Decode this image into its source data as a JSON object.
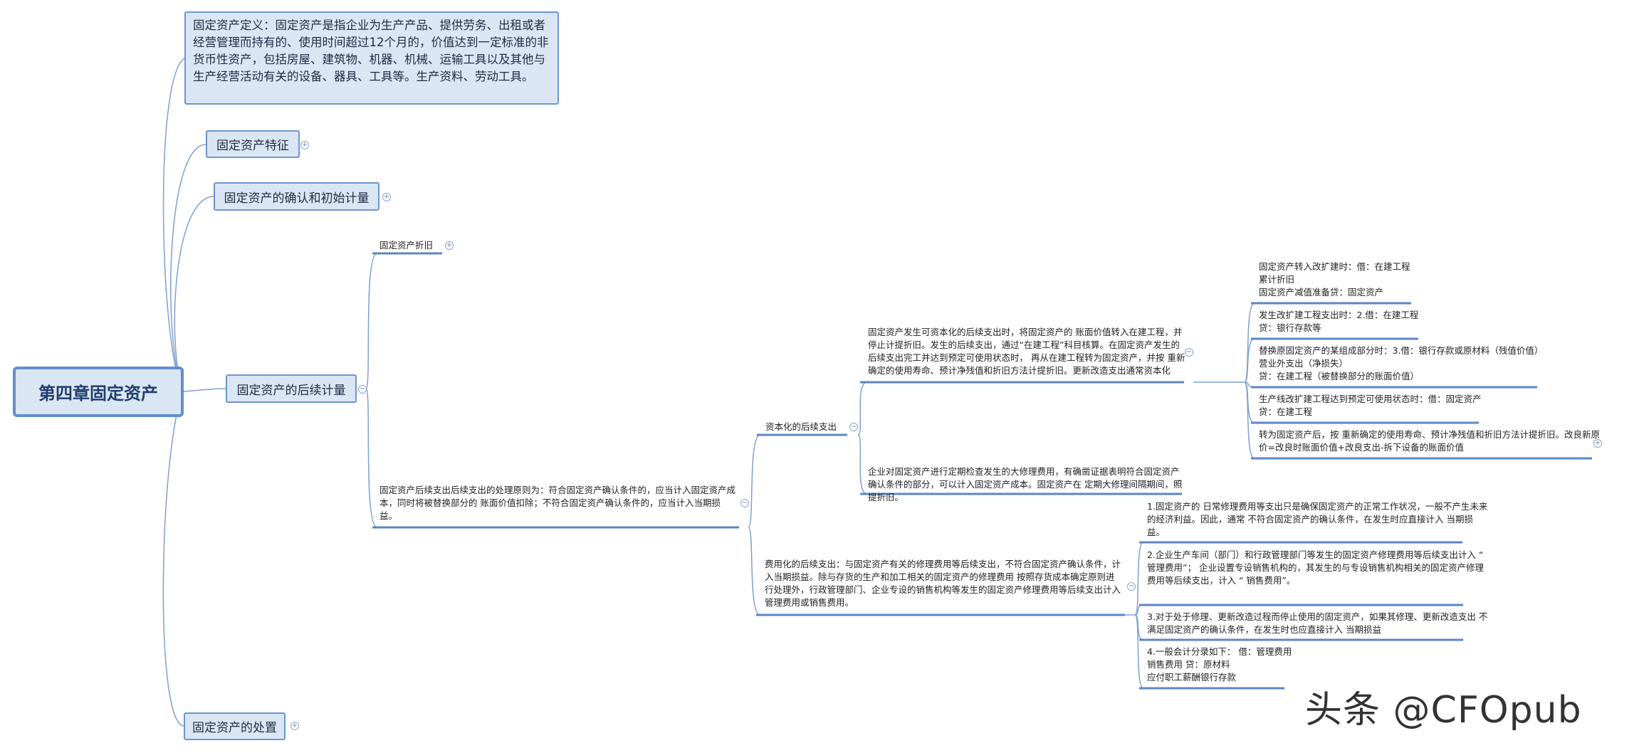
{
  "root": "第四章固定资产",
  "branches": {
    "definition": "固定资产定义：固定资产是指企业为生产产品、提供劳务、出租或者经营管理而持有的、使用时间超过12个月的，价值达到一定标准的非货币性资产，包括房屋、建筑物、机器、机械、运输工具以及其他与生产经营活动有关的设备、器具、工具等。生产资料、劳动工具。",
    "features": "固定资产特征",
    "recognition": "固定资产的确认和初始计量",
    "subsequent": "固定资产的后续计量",
    "disposal": "固定资产的处置"
  },
  "subsequent": {
    "depreciation": "固定资产折旧",
    "principle": "固定资产后续支出后续支出的处理原则为：符合固定资产确认条件的，应当计入固定资产成本，同时将被替换部分的 账面价值扣除；不符合固定资产确认条件的，应当计入当期损益。",
    "capitalized": {
      "label": "资本化的后续支出",
      "items": [
        "固定资产发生可资本化的后续支出时，将固定资产的 账面价值转入在建工程，并停止计提折旧。发生的后续支出，通过“在建工程”科目核算。在固定资产发生的后续支出完工并达到预定可使用状态时， 再从在建工程转为固定资产，并按 重新确定的使用寿命、预计净残值和折旧方法计提折旧。更新改造支出通常资本化",
        "企业对固定资产进行定期检查发生的大修理费用，有确凿证据表明符合固定资产确认条件的部分，可以计入固定资产成本。固定资产在 定期大修理间隔期间，照提折旧。"
      ],
      "entries": [
        "固定资产转入改扩建时：借：在建工程\n累计折旧\n固定资产减值准备贷：固定资产",
        "发生改扩建工程支出时：2.借：在建工程\n贷：银行存款等",
        "替换原固定资产的某组成部分时：3.借：银行存款或原材料（残值价值）\n营业外支出（净损失）\n贷：在建工程（被替换部分的账面价值）",
        "生产线改扩建工程达到预定可使用状态时：借：固定资产\n贷：在建工程",
        "转为固定资产后，按 重新确定的使用寿命、预计净残值和折旧方法计提折旧。改良新原\n价=改良时账面价值+改良支出-拆下设备的账面价值"
      ]
    },
    "expensed": {
      "label": "费用化的后续支出：与固定资产有关的修理费用等后续支出，不符合固定资产确认条件，计入当期损益。除与存货的生产和加工相关的固定资产的修理费用 按照存货成本确定原则进行处理外，行政管理部门、企业专设的销售机构等发生的固定资产修理费用等后续支出计入管理费用或销售费用。",
      "entries": [
        "1.固定资产的 日常修理费用等支出只是确保固定资产的正常工作状况，一般不产生未来\n的经济利益。因此，通常 不符合固定资产的确认条件，在发生时应直接计入 当期损\n益。",
        "2.企业生产车间（部门）和行政管理部门等发生的固定资产修理费用等后续支出计入 “\n管理费用”； 企业设置专设销售机构的，其发生的与专设销售机构相关的固定资产修理\n费用等后续支出，计入 “ 销售费用”。",
        "3.对于处于修理、更新改造过程而停止使用的固定资产，如果其修理、更新改造支出 不\n满足固定资产的确认条件，在发生时也应直接计入 当期损益",
        "4.一般会计分录如下： 借：管理费用\n销售费用 贷：原材料\n应付职工薪酬银行存款"
      ]
    }
  },
  "watermark": "头条 @CFOpub",
  "colors": {
    "line": "#5b87c5",
    "node_fill": "#dbe6f4",
    "node_border": "#6b96cf"
  }
}
